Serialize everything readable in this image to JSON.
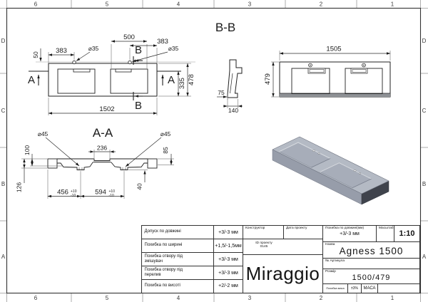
{
  "sheet": {
    "zone_cols": [
      "6",
      "5",
      "4",
      "3",
      "2",
      "1"
    ],
    "zone_rows": [
      "D",
      "C",
      "B",
      "A"
    ]
  },
  "plan_view": {
    "dim_500": "500",
    "dim_383_left": "383",
    "dim_383_right": "383",
    "dia_35_left": "⌀35",
    "dia_35_right": "⌀35",
    "dim_50": "50",
    "dim_335": "335",
    "dim_478": "478",
    "dim_1502": "1502",
    "cut_a": "A",
    "cut_b": "B"
  },
  "section_bb": {
    "title": "B-B",
    "dim_75": "75",
    "dim_140": "140"
  },
  "plan_view_right": {
    "dim_1505": "1505",
    "dim_479": "479"
  },
  "section_aa": {
    "title": "A-A",
    "dia_45_left": "⌀45",
    "dia_45_right": "⌀45",
    "dim_100": "100",
    "dim_236": "236",
    "dim_85": "85",
    "dim_126": "126",
    "dim_40": "40",
    "dim_456": "456",
    "dim_594": "594",
    "tol_plus": "+10",
    "tol_minus": "-10"
  },
  "title_block": {
    "tolerances": [
      {
        "label": "Допуск по довжині",
        "value": "+3/-3 мм"
      },
      {
        "label": "Похибка по ширині",
        "value": "+1,5/-1,5мм"
      },
      {
        "label": "Похибка отвору під змішувач",
        "value": "+3/-3 мм"
      },
      {
        "label": "Похибка отвору під перелив",
        "value": "+3/-3 мм"
      },
      {
        "label": "Похибка по висоті",
        "value": "+2/-2 мм"
      }
    ],
    "constructor_label": "Конструктор",
    "date_label": "Дата проекту",
    "project_id_label": "ID проекту",
    "project_id_value": "0145",
    "brand": "Miraggio",
    "length_tol_label": "Похибка по довжині(мм)",
    "length_tol_value": "+3/-3 мм",
    "scale_label": "Масштаб",
    "scale_value": "1:10",
    "name_label": "Назва",
    "name_value": "Agness 1500",
    "article_label": "№ Артикула",
    "size_label": "Розмір",
    "size_value": "1500/479",
    "mass_tol_label": "Похибка маса",
    "mass_tol_value": "±3%",
    "mass_label": "МАСА"
  },
  "colors": {
    "line": "#1f1f1f",
    "iso_top": "#b4bac4",
    "iso_front": "#979daa",
    "iso_end": "#3f434c",
    "iso_basin": "#a7adb9"
  }
}
